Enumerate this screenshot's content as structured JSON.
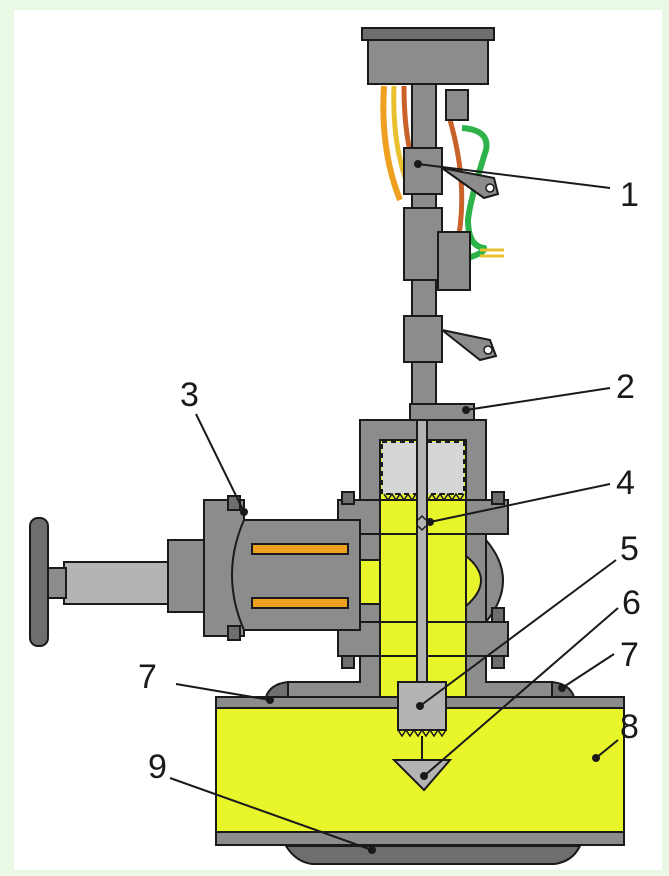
{
  "diagram": {
    "labels": [
      {
        "id": "1",
        "text": "1"
      },
      {
        "id": "2",
        "text": "2"
      },
      {
        "id": "3",
        "text": "3"
      },
      {
        "id": "4",
        "text": "4"
      },
      {
        "id": "5",
        "text": "5"
      },
      {
        "id": "6",
        "text": "6"
      },
      {
        "id": "7a",
        "text": "7"
      },
      {
        "id": "7b",
        "text": "7"
      },
      {
        "id": "8",
        "text": "8"
      },
      {
        "id": "9",
        "text": "9"
      }
    ],
    "colors": {
      "background": "#eaf8e6",
      "panel": "#ffffff",
      "body_gray": "#8c8c8c",
      "fluid_yellow": "#e8f52a",
      "wire_green": "#2db34a",
      "wire_orange": "#f0a020",
      "wire_copper": "#c8622a"
    }
  }
}
